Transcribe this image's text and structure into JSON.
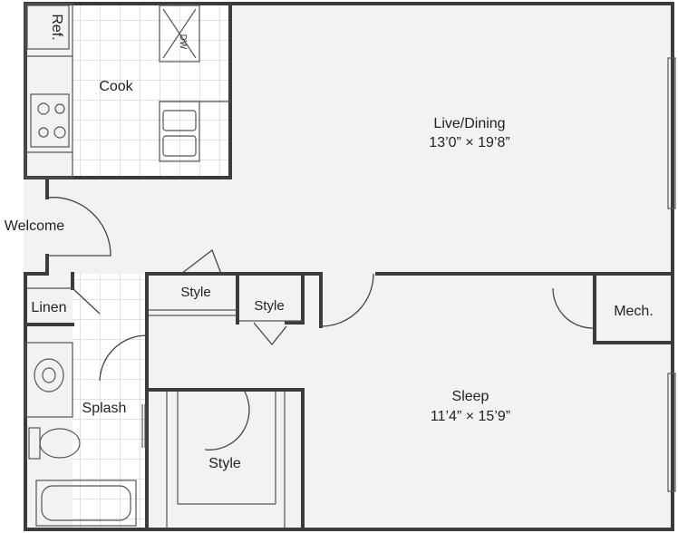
{
  "rooms": {
    "refrigerator": "Ref.",
    "dishwasher": "DW",
    "kitchen": "Cook",
    "living_dining": "Live/Dining",
    "living_dining_size": "13’0” × 19’8”",
    "entry": "Welcome",
    "linen": "Linen",
    "closet_1": "Style",
    "closet_2": "Style",
    "mechanical": "Mech.",
    "bathroom": "Splash",
    "bedroom": "Sleep",
    "bedroom_size": "11’4” × 15’9”",
    "walk_in_closet": "Style"
  },
  "colors": {
    "floor": "#f2f2f2",
    "tile": "#ffffff",
    "wall": "#3c3c3c"
  }
}
